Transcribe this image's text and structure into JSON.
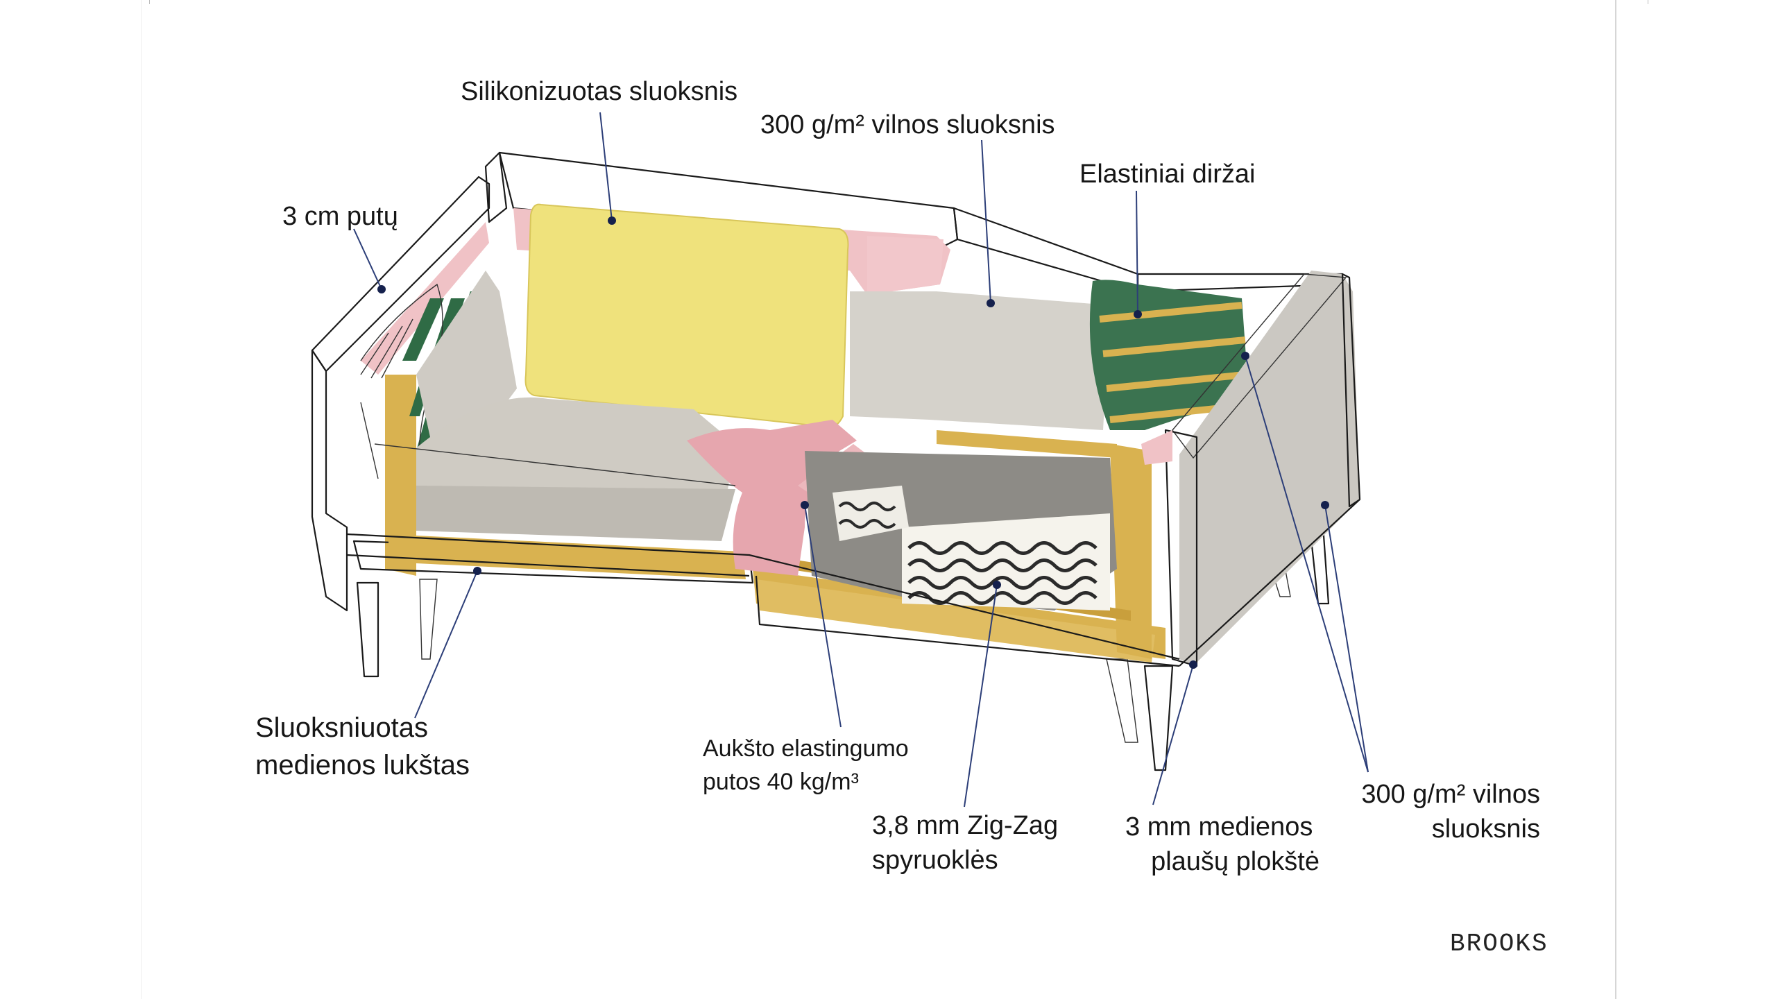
{
  "labels": {
    "silikonizuotas": "Silikonizuotas sluoksnis",
    "vilna_top": "300 g/m² vilnos sluoksnis",
    "elastiniai": "Elastiniai diržai",
    "putu": "3 cm putų",
    "lukstas_line1": "Sluoksniuotas",
    "lukstas_line2": "medienos lukštas",
    "elastingumo_line1": "Aukšto elastingumo",
    "elastingumo_line2": "putos 40 kg/m³",
    "zigzag_line1": "3,8 mm Zig-Zag",
    "zigzag_line2": "spyruoklės",
    "plausu_line1": "3 mm medienos",
    "plausu_line2": "plaušų plokštė",
    "vilna_right_line1": "300 g/m² vilnos",
    "vilna_right_line2": "sluoksnis"
  },
  "brand": "BROOKS",
  "colors": {
    "cushion_yellow": "#efe27c",
    "pink_layer": "#f0c2c6",
    "wood_frame": "#d9b250",
    "wool_grey": "#c9c6be",
    "webbing_green": "#2f6b45",
    "leader_blue": "#2c3e78"
  }
}
